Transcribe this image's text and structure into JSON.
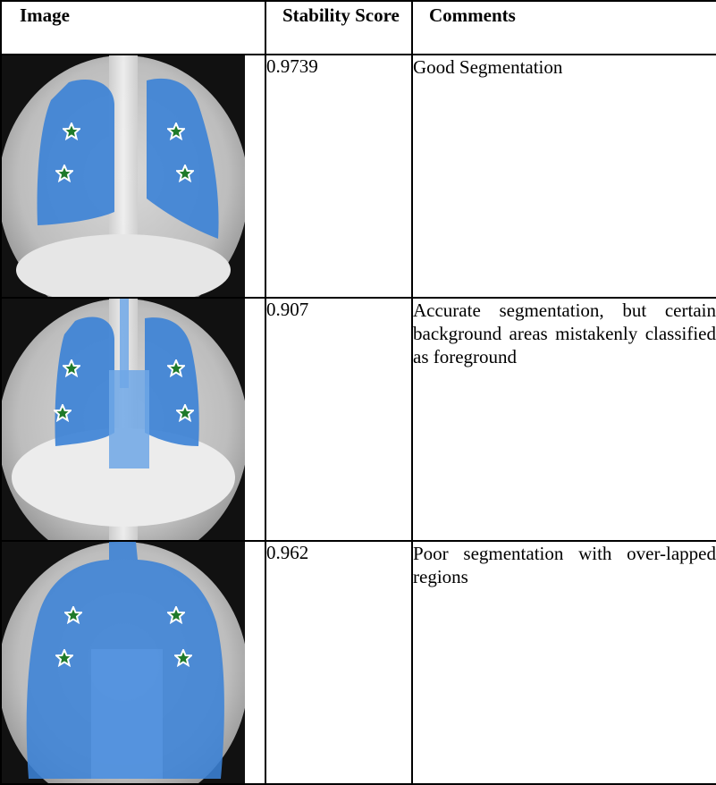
{
  "headers": {
    "image": "Image",
    "score": "Stability Score",
    "comments": "Comments"
  },
  "rows": [
    {
      "score": "0.9739",
      "comment": "Good Segmentation"
    },
    {
      "score": "0.907",
      "comment": "Accurate segmentation, but certain background areas mistakenly classified as foreground"
    },
    {
      "score": "0.962",
      "comment": "Poor segmentation with over-lapped regions"
    }
  ],
  "colors": {
    "mask": "#3b82d6",
    "star": "#1f7a2a",
    "xray_dark": "#111111",
    "xray_light": "#e8e8e8"
  }
}
